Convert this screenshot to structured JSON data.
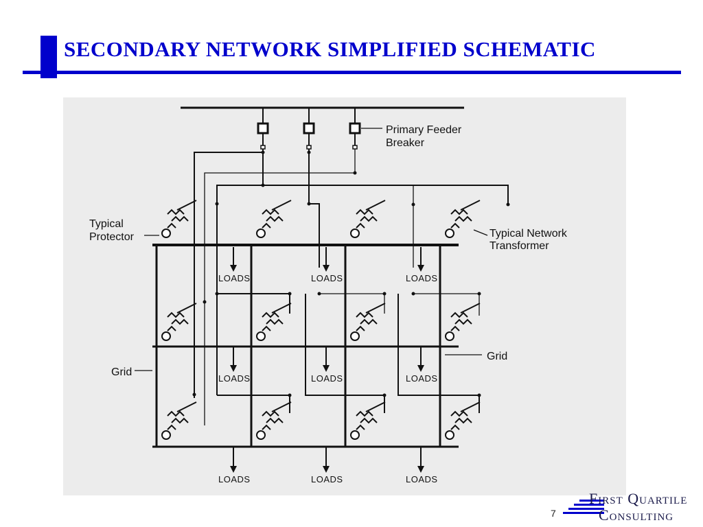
{
  "slide": {
    "title": "SECONDARY NETWORK SIMPLIFIED SCHEMATIC",
    "page_number": "7",
    "accent_color": "#0000cc"
  },
  "diagram": {
    "primary_feeder_breaker": [
      "Primary Feeder",
      "Breaker"
    ],
    "typical_protector": [
      "Typical",
      "Protector"
    ],
    "typical_network_transformer": [
      "Typical Network",
      "Transformer"
    ],
    "grid_left": "Grid",
    "grid_right": "Grid",
    "loads": "LOADS"
  },
  "logo": {
    "line1": "First Quartile",
    "line2": "Consulting"
  }
}
